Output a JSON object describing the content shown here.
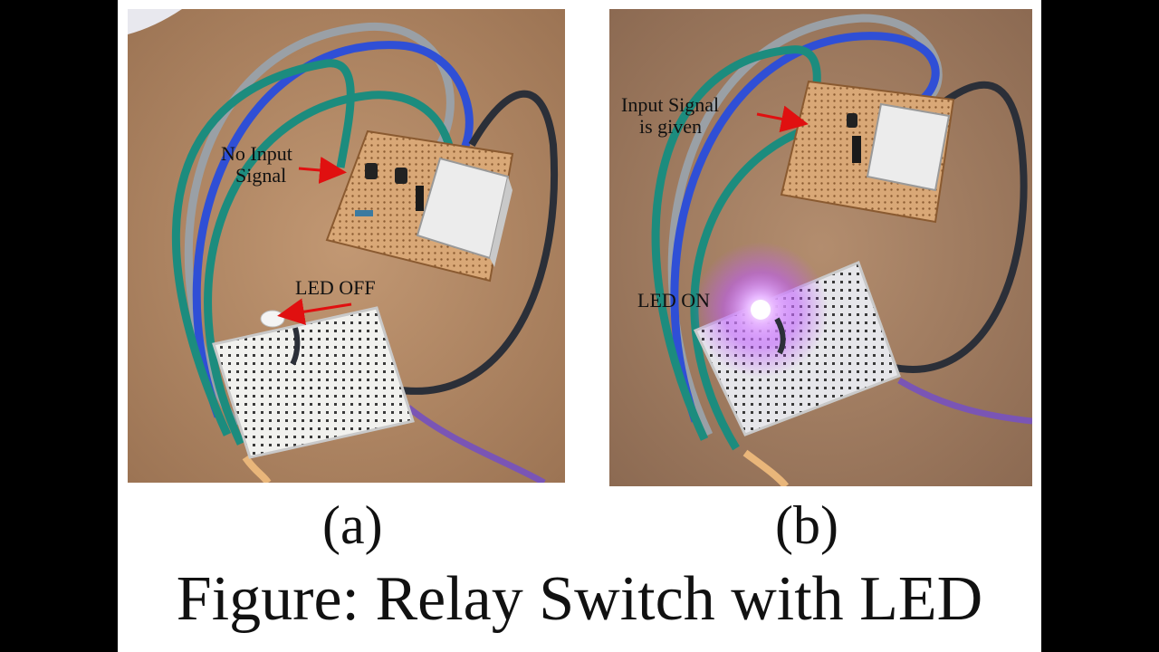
{
  "figure": {
    "title": "Figure: Relay Switch with LED",
    "colors": {
      "table": "#b58a63",
      "board": "#d9a877",
      "breadboard": "#f1f1ee",
      "wire_teal": "#1c8c7e",
      "wire_blue": "#2f4fd6",
      "wire_gray": "#9aa0a6",
      "wire_black": "#2b2f38",
      "wire_purple": "#7a55b5",
      "arrow": "#e01010",
      "led_glow": "#c05bff"
    },
    "panels": [
      {
        "caption": "(a)",
        "annotations": [
          {
            "lines": [
              "No Input",
              "Signal"
            ]
          },
          {
            "lines": [
              "LED OFF"
            ]
          }
        ]
      },
      {
        "caption": "(b)",
        "annotations": [
          {
            "lines": [
              "Input Signal",
              "is given"
            ]
          },
          {
            "lines": [
              "LED ON"
            ]
          }
        ]
      }
    ]
  }
}
